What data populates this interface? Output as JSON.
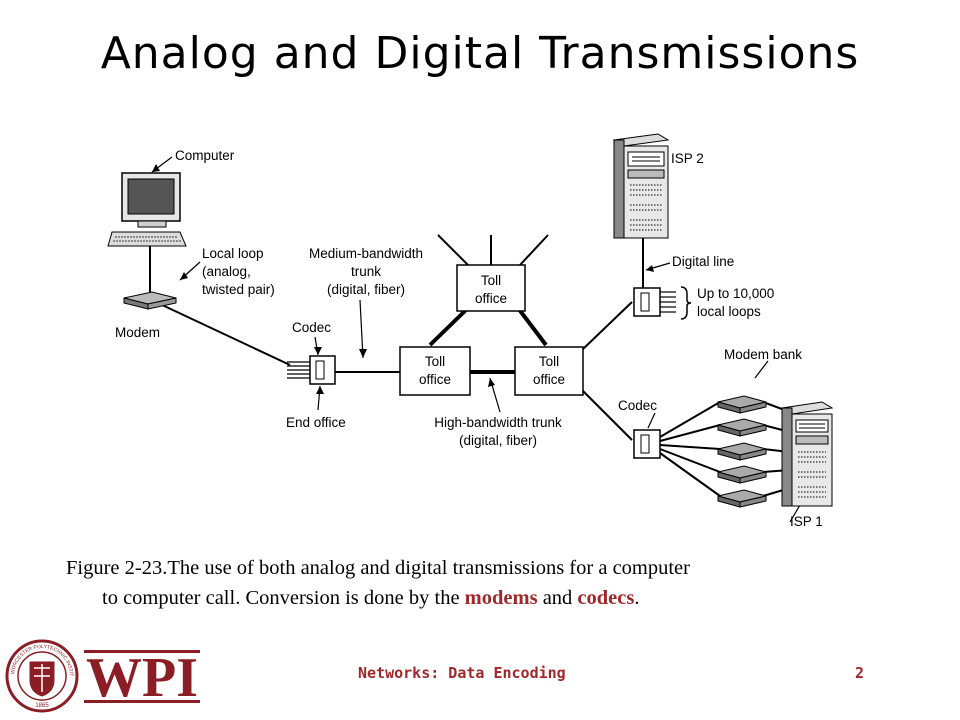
{
  "slide": {
    "title": "Analog and Digital Transmissions",
    "footer": "Networks: Data Encoding",
    "page_number": "2"
  },
  "diagram": {
    "labels": {
      "computer": "Computer",
      "local_loop_1": "Local loop",
      "local_loop_2": "(analog,",
      "local_loop_3": "twisted pair)",
      "medium_trunk_1": "Medium-bandwidth",
      "medium_trunk_2": "trunk",
      "medium_trunk_3": "(digital, fiber)",
      "modem": "Modem",
      "codec_left": "Codec",
      "end_office": "End office",
      "toll_office_top_1": "Toll",
      "toll_office_top_2": "office",
      "toll_office_left_1": "Toll",
      "toll_office_left_2": "office",
      "toll_office_right_1": "Toll",
      "toll_office_right_2": "office",
      "high_trunk_1": "High-bandwidth trunk",
      "high_trunk_2": "(digital, fiber)",
      "isp2": "ISP 2",
      "digital_line": "Digital line",
      "up_to_1": "Up to 10,000",
      "up_to_2": "local loops",
      "modem_bank": "Modem bank",
      "codec_right": "Codec",
      "isp1": "ISP 1"
    }
  },
  "caption": {
    "line1": "Figure 2-23.The use of both analog and digital transmissions for a computer",
    "line2_a": "to computer call.  Conversion is done by the ",
    "modems": "modems",
    "line2_b": " and ",
    "codecs": "codecs",
    "line2_c": "."
  },
  "logo": {
    "wordmark": "WPI",
    "seal_text": "WORCESTER POLYTECHNIC INSTITUTE",
    "seal_year": "1865"
  },
  "colors": {
    "accent": "#a0282b",
    "logo_red": "#8b1e24"
  }
}
